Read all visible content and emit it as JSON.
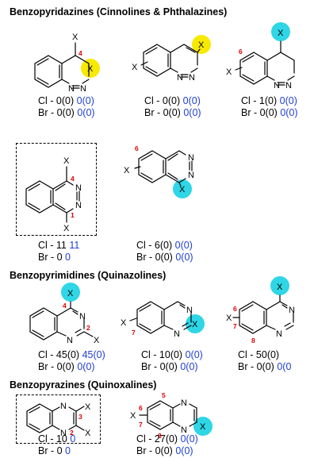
{
  "headings": {
    "benzopyridazines": "Benzopyridazines (Cinnolines & Phthalazines)",
    "benzopyrimidines": "Benzopyrimidines (Quinazolines)",
    "benzopyrazines": "Benzopyrazines (Quinoxalines)"
  },
  "labels": {
    "x": "X",
    "n": "N"
  },
  "positions": {
    "p1": "1",
    "p2": "2",
    "p3": "3",
    "p4": "4",
    "p5": "5",
    "p6": "6",
    "p7": "7",
    "p8": "8"
  },
  "colors": {
    "yellow_highlight": "#f7ea00",
    "cyan_highlight": "#2fd6e6",
    "blue_text": "#1f3fd6",
    "red_number": "#e00000"
  },
  "compounds": {
    "c1": {
      "cl": "Cl - 0(0)",
      "cl_blue": "0(0)",
      "br": "Br - 0(0)",
      "br_blue": "0(0)"
    },
    "c2": {
      "cl": "Cl - 0(0)",
      "cl_blue": "0(0)",
      "br": "Br - 0(0)",
      "br_blue": "0(0)"
    },
    "c3": {
      "cl": "Cl - 1(0)",
      "cl_blue": "0(0)",
      "br": "Br - 0(0)",
      "br_blue": "0(0)"
    },
    "c4": {
      "cl": "Cl - 11",
      "cl_blue": "11",
      "br": "Br - 0",
      "br_blue": "0"
    },
    "c5": {
      "cl": "Cl - 6(0)",
      "cl_blue": "0(0)",
      "br": "Br - 0(0)",
      "br_blue": "0(0)"
    },
    "c6": {
      "cl": "Cl - 45(0)",
      "cl_blue": "45(0)",
      "br": "Br - 0(0)",
      "br_blue": "0(0)"
    },
    "c7": {
      "cl": "Cl - 10(0)",
      "cl_blue": "0(0)",
      "br": "Br - 0(0)",
      "br_blue": "0(0)"
    },
    "c8": {
      "cl": "Cl - 50(0)",
      "cl_blue": "",
      "br": "Br - 0(0)",
      "br_blue": "0(0"
    },
    "c9": {
      "cl": "Cl - 10",
      "cl_blue": "0",
      "br": "Br - 0",
      "br_blue": "0"
    },
    "c10": {
      "cl": "Cl - 27(0)",
      "cl_blue": "0(0)",
      "br": "Br - 0(0)",
      "br_blue": "0(0)"
    }
  }
}
